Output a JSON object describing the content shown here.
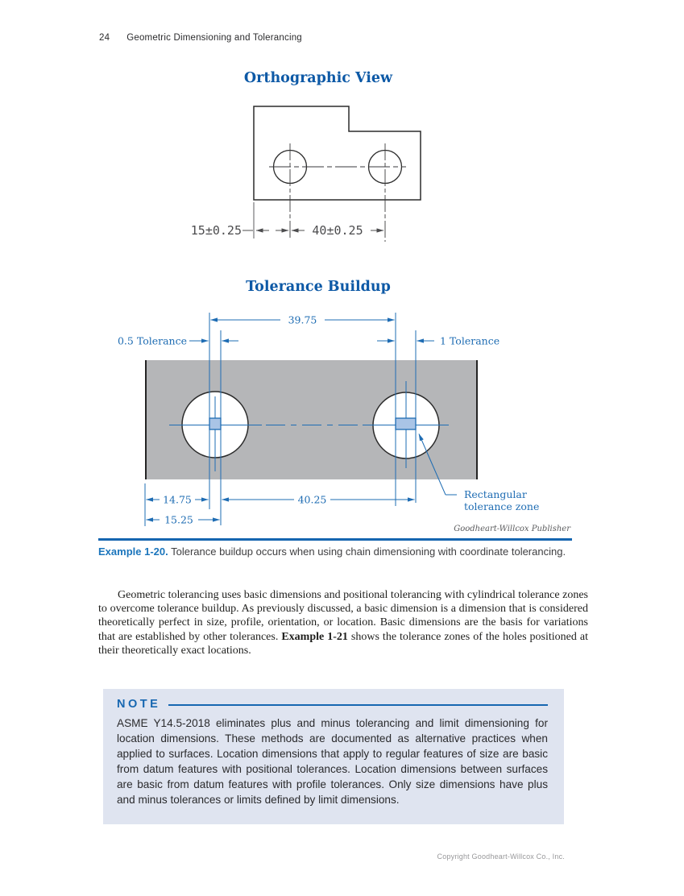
{
  "page": {
    "number": "24",
    "running_head": "Geometric Dimensioning and Tolerancing",
    "footer": "Copyright Goodheart-Willcox Co., Inc."
  },
  "figure_orthographic": {
    "title": "Orthographic View",
    "dim_left": "15±0.25",
    "dim_right": "40±0.25"
  },
  "figure_tolerance": {
    "title": "Tolerance Buildup",
    "dim_top": "39.75",
    "label_left_tolerance": "0.5 Tolerance",
    "label_right_tolerance": "1 Tolerance",
    "dim_bottom_first": "14.75",
    "dim_bottom_middle": "40.25",
    "dim_bottom_second": "15.25",
    "callout_line1": "Rectangular",
    "callout_line2": "tolerance zone",
    "credit": "Goodheart-Willcox Publisher"
  },
  "caption": {
    "label": "Example 1-20.",
    "text": " Tolerance buildup occurs when using chain dimensioning with coordinate tolerancing."
  },
  "body": {
    "before_bold": "Geometric tolerancing uses basic dimensions and positional tolerancing with cylindrical tolerance zones to overcome tolerance buildup. As previously discussed, a basic dimension is a dimension that is considered theoretically perfect in size, profile, orientation, or location. Basic dimensions are the basis for variations that are established by other tolerances. ",
    "bold": "Example 1-21",
    "after_bold": " shows the tolerance zones of the holes positioned at their theoretically exact locations."
  },
  "note": {
    "heading": "NOTE",
    "text": "ASME Y14.5-2018 eliminates plus and minus tolerancing and limit dimensioning for location dimensions. These methods are documented as alternative practices when applied to surfaces. Location dimensions that apply to regular features of size are basic from datum features with positional tolerances. Location dimensions between surfaces are basic from datum features with profile tolerances. Only size dimensions have plus and minus tolerances or limits defined by limit dimensions."
  },
  "colors": {
    "title_blue": "#0d59a6",
    "diagram_blue": "#1e6cb3",
    "accent_rule_blue": "#1565b0",
    "note_background": "#dfe4f0",
    "part_gray": "#b5b6b8",
    "tolerance_zone_fill": "#a9c4e6"
  }
}
